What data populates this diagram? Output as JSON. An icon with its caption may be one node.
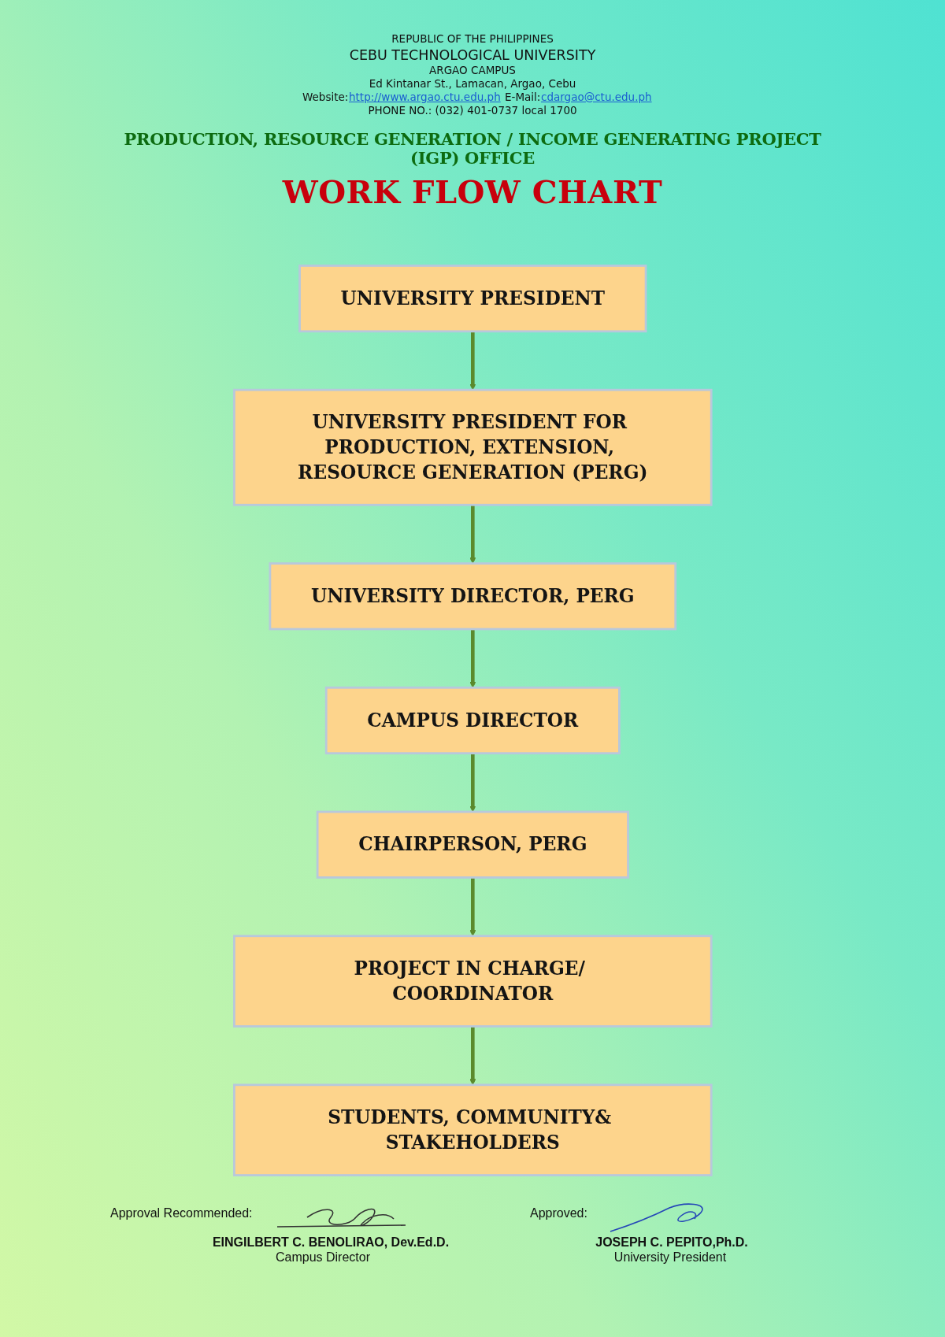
{
  "diagram": {
    "title": "WORK FLOW CHART",
    "nodes": [
      {
        "text": [
          "UNIVERSITY PRESIDENT"
        ]
      },
      {
        "text": [
          "UNIVERSITY PRESIDENT FOR PRODUCTION, EXTENSION, RESOURCE GENERATION (PERG)"
        ]
      },
      {
        "text": [
          "UNIVERSITY DIRECTOR, PERG"
        ]
      },
      {
        "text": [
          "CAMPUS DIRECTOR"
        ]
      },
      {
        "text": [
          "CHAIRPERSON, PERG"
        ]
      },
      {
        "text": [
          "PROJECT IN CHARGE/ COORDINATOR"
        ]
      },
      {
        "text": [
          "STUDENTS, COMMUNITY& STAKEHOLDERS"
        ]
      }
    ],
    "edges": [
      {
        "from": 0,
        "to": 1,
        "arrow": "to"
      },
      {
        "from": 1,
        "to": 2,
        "arrow": "to"
      },
      {
        "from": 2,
        "to": 3,
        "arrow": "to"
      },
      {
        "from": 3,
        "to": 4,
        "arrow": "to"
      },
      {
        "from": 4,
        "to": 5,
        "arrow": "to"
      },
      {
        "from": 5,
        "to": 6,
        "arrow": "to"
      }
    ],
    "labels": [
      "REPUBLIC OF THE PHILIPPINES",
      "CEBU TECHNOLOGICAL UNIVERSITY",
      "ARGAO CAMPUS",
      "Ed Kintanar St., Lamacan, Argao, Cebu",
      "Website:",
      "http://www.argao.ctu.edu.ph",
      "E-Mail:",
      "cdargao@ctu.edu.ph",
      "PHONE NO.: (032) 401-0737 local 1700",
      "PRODUCTION, RESOURCE GENERATION / INCOME GENERATING PROJECT (IGP) OFFICE",
      "Approval Recommended:",
      "Approved:",
      "EINGILBERT C. BENOLIRAO, Dev.Ed.D.",
      "Campus Director",
      "JOSEPH C. PEPITO,Ph.D.",
      "University President"
    ]
  }
}
